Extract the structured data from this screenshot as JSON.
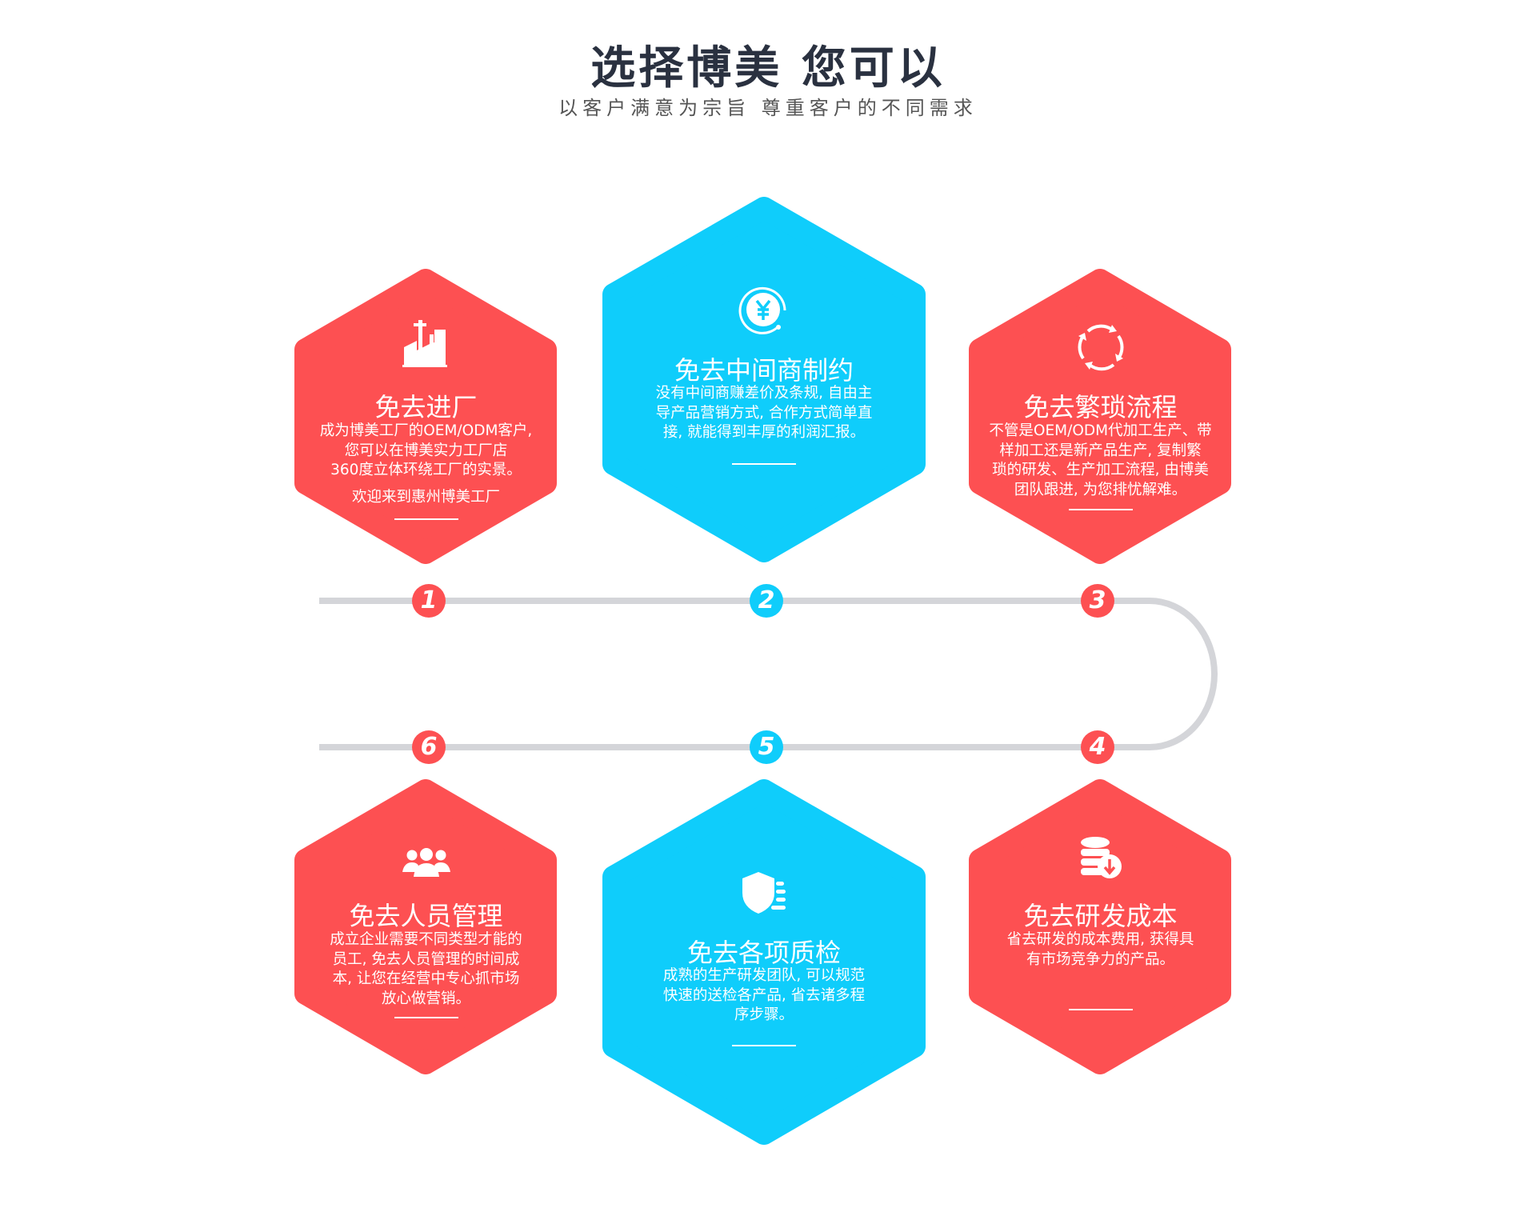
{
  "header": {
    "title": "选择博美 您可以",
    "subtitle": "以客户满意为宗旨 尊重客户的不同需求"
  },
  "colors": {
    "red": "#fd5052",
    "blue": "#0fcdfb",
    "line": "#d4d5d9",
    "title": "#2a3140"
  },
  "steps": [
    {
      "number": "1",
      "icon": "factory-icon",
      "title": "免去进厂",
      "lines": [
        "成为博美工厂的OEM/ODM客户,",
        "您可以在博美实力工厂店",
        "360度立体环绕工厂的实景。"
      ],
      "extra": "欢迎来到惠州博美工厂"
    },
    {
      "number": "2",
      "icon": "yuan-coin-icon",
      "title": "免去中间商制约",
      "lines": [
        "没有中间商赚差价及条规, 自由主",
        "导产品营销方式, 合作方式简单直",
        "接, 就能得到丰厚的利润汇报。"
      ]
    },
    {
      "number": "3",
      "icon": "refresh-cycle-icon",
      "title": "免去繁琐流程",
      "lines": [
        "不管是OEM/ODM代加工生产、带",
        "样加工还是新产品生产, 复制繁",
        "琐的研发、生产加工流程, 由博美",
        "团队跟进, 为您排忧解难。"
      ]
    },
    {
      "number": "4",
      "icon": "coins-down-icon",
      "title": "免去研发成本",
      "lines": [
        "省去研发的成本费用, 获得具",
        "有市场竞争力的产品。"
      ]
    },
    {
      "number": "5",
      "icon": "shield-check-icon",
      "title": "免去各项质检",
      "lines": [
        "成熟的生产研发团队, 可以规范",
        "快速的送检各产品, 省去诸多程",
        "序步骤。"
      ]
    },
    {
      "number": "6",
      "icon": "team-icon",
      "title": "免去人员管理",
      "lines": [
        "成立企业需要不同类型才能的",
        "员工, 免去人员管理的时间成",
        "本, 让您在经营中专心抓市场",
        "放心做营销。"
      ]
    }
  ]
}
